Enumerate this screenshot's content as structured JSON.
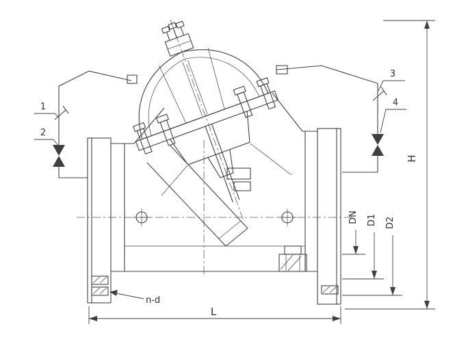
{
  "callouts": {
    "c1": "1",
    "c2": "2",
    "c3": "3",
    "c4": "4"
  },
  "dims": {
    "H": "H",
    "L": "L",
    "DN": "DN",
    "D1": "D1",
    "D2": "D2",
    "nd": "n-d"
  },
  "colors": {
    "line": "#3f3f3f",
    "text": "#2e2e2e",
    "background": "#ffffff"
  }
}
